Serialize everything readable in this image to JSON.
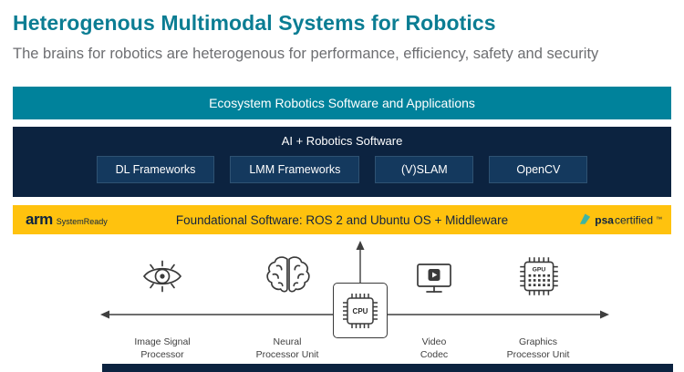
{
  "slide": {
    "title": "Heterogenous Multimodal Systems for Robotics",
    "subtitle": "The brains for robotics are heterogenous for performance, efficiency, safety and security"
  },
  "layers": {
    "ecosystem": {
      "label": "Ecosystem Robotics Software and Applications"
    },
    "ai_robotics": {
      "label": "AI + Robotics Software",
      "boxes": [
        {
          "label": "DL Frameworks"
        },
        {
          "label": "LMM Frameworks"
        },
        {
          "label": "(V)SLAM"
        },
        {
          "label": "OpenCV"
        }
      ]
    },
    "foundational": {
      "label": "Foundational Software: ROS 2 and Ubuntu OS + Middleware",
      "left_logo": {
        "brand": "arm",
        "sub": "SystemReady"
      },
      "right_logo": {
        "brand_bold": "psa",
        "brand_regular": "certified",
        "tm": "™"
      }
    }
  },
  "hardware": {
    "items": [
      {
        "label": "Image Signal\nProcessor",
        "icon": "eye-icon"
      },
      {
        "label": "Neural\nProcessor Unit",
        "icon": "brain-icon"
      },
      {
        "label": "CPU",
        "icon": "cpu-chip-icon"
      },
      {
        "label": "Video\nCodec",
        "icon": "video-codec-icon"
      },
      {
        "label": "Graphics\nProcessor Unit",
        "chip_label": "GPU",
        "icon": "gpu-chip-icon"
      }
    ]
  },
  "colors": {
    "teal": "#00829B",
    "navy": "#0C2340",
    "yellow": "#FFC20E",
    "title_teal": "#0B7D93",
    "psa_teal": "#3FB5A3"
  }
}
